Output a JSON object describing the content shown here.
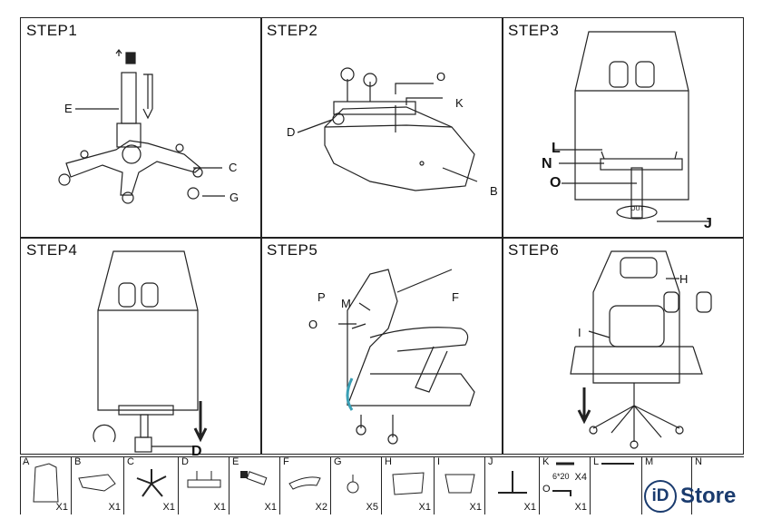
{
  "steps": [
    {
      "title": "STEP1",
      "labels": [
        "E",
        "C",
        "G"
      ]
    },
    {
      "title": "STEP2",
      "labels": [
        "O",
        "K",
        "D",
        "B"
      ]
    },
    {
      "title": "STEP3",
      "labels": [
        "L",
        "N",
        "O",
        "J"
      ],
      "tag": "OUT"
    },
    {
      "title": "STEP4",
      "labels": [
        "D"
      ]
    },
    {
      "title": "STEP5",
      "labels": [
        "P",
        "M",
        "O",
        "F"
      ]
    },
    {
      "title": "STEP6",
      "labels": [
        "H",
        "I"
      ]
    }
  ],
  "parts": [
    {
      "letter": "A",
      "qty": "X1",
      "icon": "seat-back-icon"
    },
    {
      "letter": "B",
      "qty": "X1",
      "icon": "seat-cushion-icon"
    },
    {
      "letter": "C",
      "qty": "X1",
      "icon": "star-base-icon"
    },
    {
      "letter": "D",
      "qty": "X1",
      "icon": "mechanism-icon"
    },
    {
      "letter": "E",
      "qty": "X1",
      "icon": "gas-lift-icon"
    },
    {
      "letter": "F",
      "qty": "X2",
      "icon": "armrest-icon"
    },
    {
      "letter": "G",
      "qty": "X5",
      "icon": "caster-icon"
    },
    {
      "letter": "H",
      "qty": "X1",
      "icon": "head-pillow-icon"
    },
    {
      "letter": "I",
      "qty": "X1",
      "icon": "lumbar-pillow-icon"
    },
    {
      "letter": "J",
      "qty": "X1",
      "icon": "back-bracket-icon"
    },
    {
      "letter": "K",
      "qty": "X4",
      "icon": "bolt-icon",
      "size": "6*20"
    },
    {
      "letter": "O",
      "qty": "X1",
      "icon": "allen-key-icon"
    },
    {
      "letter": "L",
      "qty": "",
      "icon": "bolt-long-icon"
    },
    {
      "letter": "M",
      "qty": "",
      "icon": "bolt-icon"
    },
    {
      "letter": "N",
      "qty": "",
      "icon": "bolt-icon"
    }
  ],
  "brand": {
    "logo": "iD",
    "name": "Store"
  }
}
